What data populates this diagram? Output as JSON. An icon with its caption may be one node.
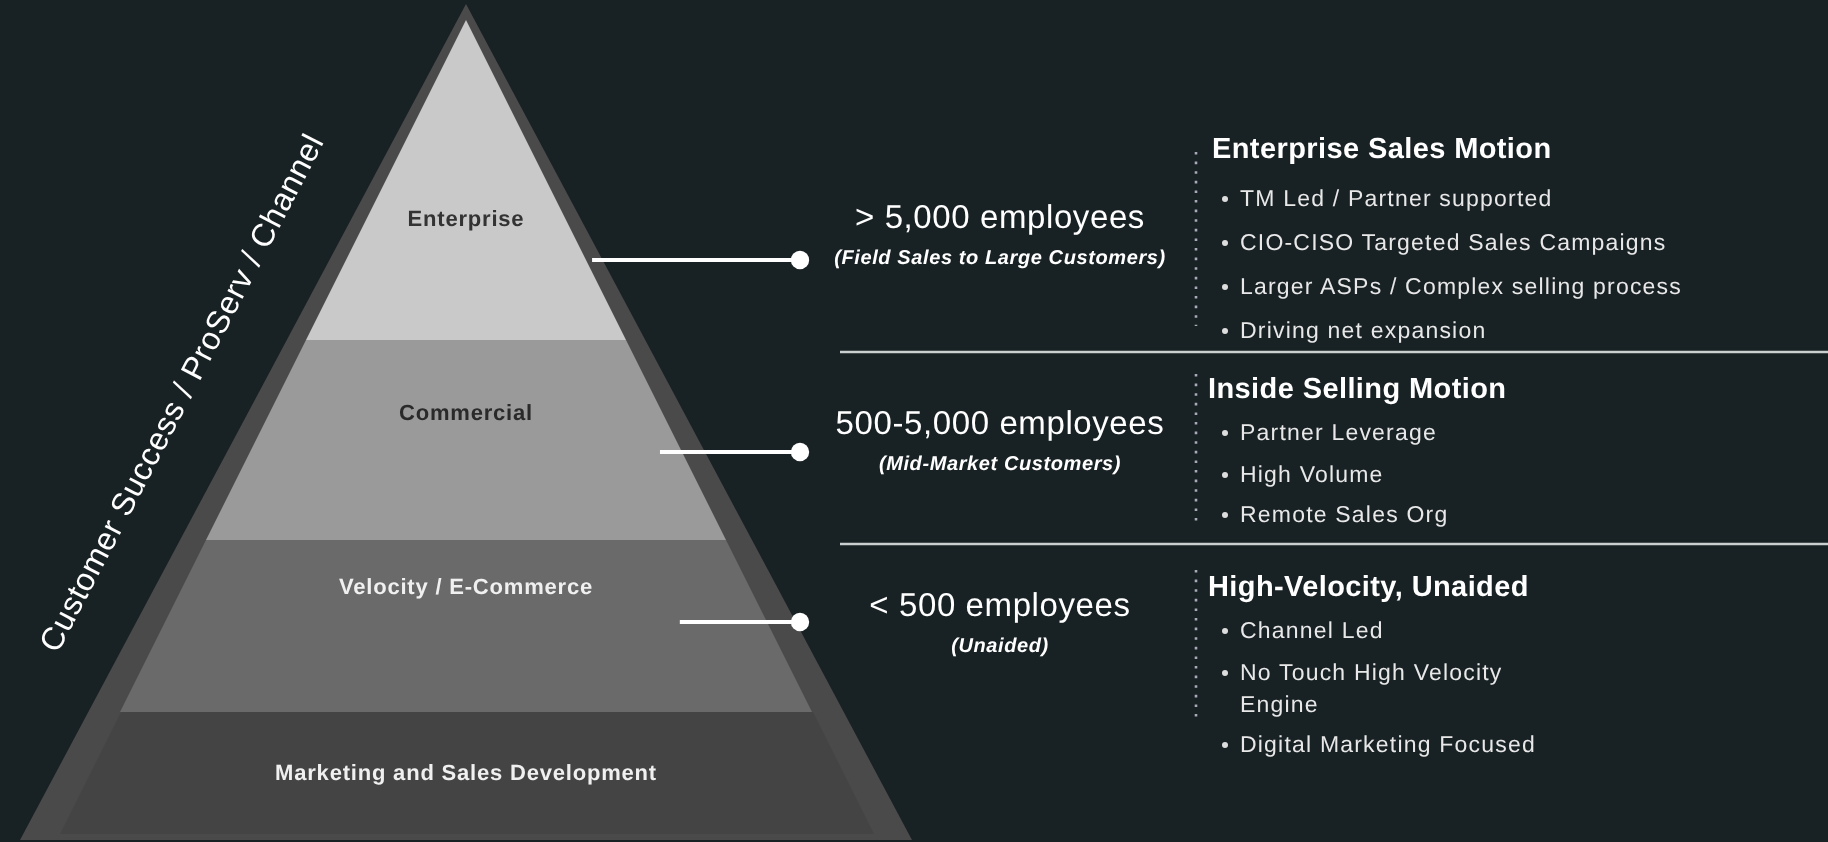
{
  "diagram": {
    "nodes": [
      {
        "text": [
          "Enterprise"
        ]
      },
      {
        "text": [
          "Commercial"
        ]
      },
      {
        "text": [
          "Velocity / E-Commerce"
        ]
      },
      {
        "text": [
          "Marketing and Sales Development"
        ]
      },
      {
        "text": [
          "> 5,000 employees",
          "(Field Sales to Large Customers)"
        ]
      },
      {
        "text": [
          "500-5,000 employees",
          "(Mid-Market Customers)"
        ]
      },
      {
        "text": [
          "< 500 employees",
          "(Unaided)"
        ]
      }
    ],
    "edges": [
      {
        "from": 0,
        "to": 4,
        "arrow": "other"
      },
      {
        "from": 1,
        "to": 5,
        "arrow": "other"
      },
      {
        "from": 2,
        "to": 6,
        "arrow": "other"
      }
    ],
    "labels": [
      "Customer Success / ProServ / Channel",
      "Enterprise Sales Motion",
      "TM Led / Partner supported",
      "CIO-CISO Targeted Sales Campaigns",
      "Larger ASPs / Complex selling process",
      "Driving net expansion",
      "Inside Selling Motion",
      "Partner Leverage",
      "High Volume",
      "Remote Sales Org",
      "High-Velocity, Unaided",
      "Channel Led",
      "No Touch High Velocity Engine",
      "Digital Marketing Focused"
    ]
  }
}
